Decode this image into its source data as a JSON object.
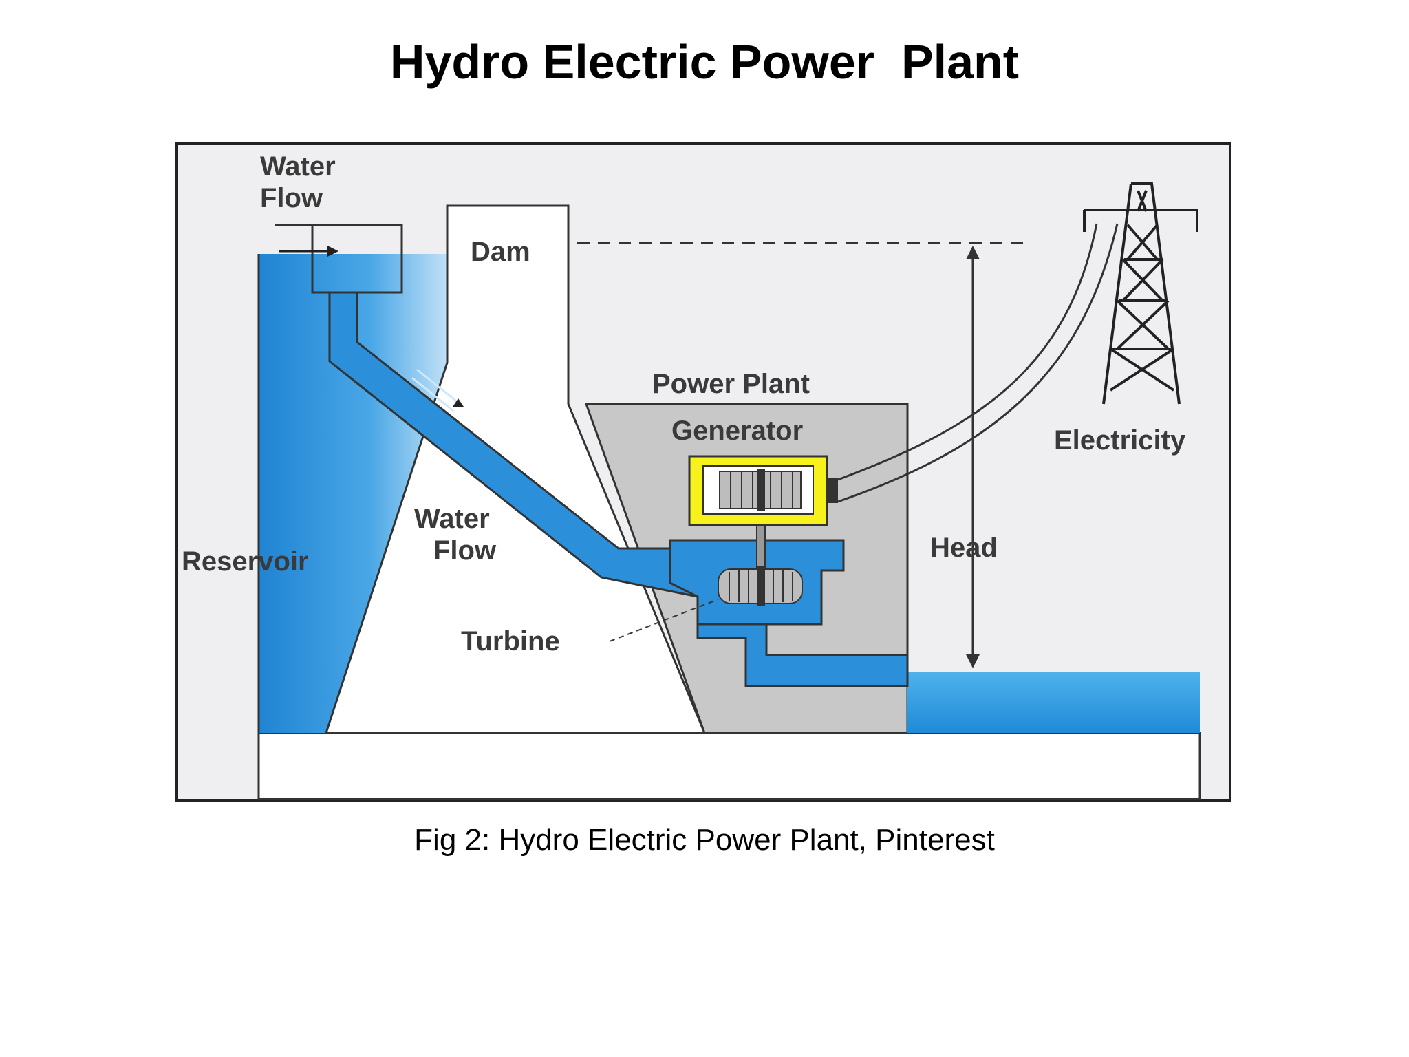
{
  "slide": {
    "title": "Hydro Electric Power  Plant",
    "caption": "Fig 2: Hydro Electric Power Plant, Pinterest"
  },
  "diagram": {
    "labels": {
      "water_flow_top_line1": "Water",
      "water_flow_top_line2": "Flow",
      "dam": "Dam",
      "power_plant": "Power Plant",
      "generator": "Generator",
      "electricity": "Electricity",
      "water_flow_mid_line1": "Water",
      "water_flow_mid_line2": "Flow",
      "reservoir": "Reservoir",
      "head": "Head",
      "turbine": "Turbine"
    },
    "colors": {
      "water": "#2b8fd9",
      "water_light": "#d7ecfa",
      "dam": "#ffffff",
      "power_house": "#c8c8c8",
      "generator": "#f7f21c",
      "background": "#efeff1",
      "outline": "#333333"
    }
  }
}
